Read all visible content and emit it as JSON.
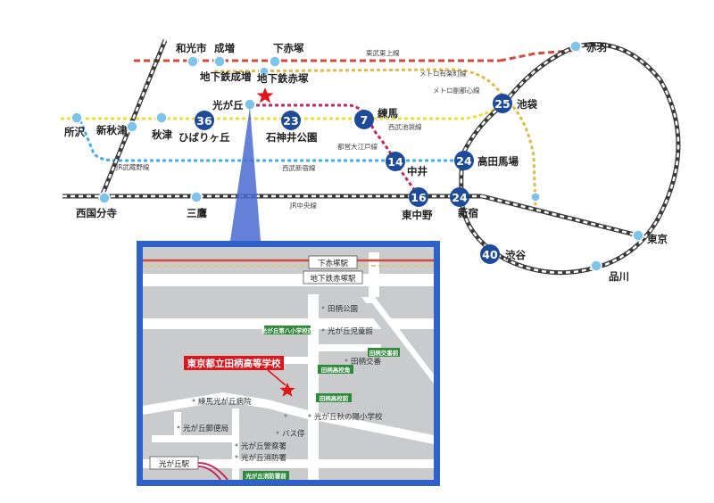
{
  "map": {
    "lines": {
      "tobu_tojo": "東武東上線",
      "yurakucho": "メトロ有楽町線",
      "fukutoshin": "メトロ副都心線",
      "seibu_ikebukuro": "西武池袋線",
      "oedo": "都営大江戸線",
      "seibu_shinjuku": "西武新宿線",
      "musashino": "JR武蔵野線",
      "chuo": "JR中央線"
    },
    "stations": {
      "wakoshi": "和光市",
      "narimasu": "成増",
      "chikatetsu_narimasu": "地下鉄成増",
      "shimoakatsuka": "下赤塚",
      "chikatetsu_akatsuka": "地下鉄赤塚",
      "hikarigaoka": "光が丘",
      "nerima": "練馬",
      "shakujii_koen": "石神井公園",
      "hibarigaoka": "ひばりヶ丘",
      "shinakitsu": "新秋津",
      "tokorozawa": "所沢",
      "akitsu": "秋津",
      "ikebukuro": "池袋",
      "akabane": "赤羽",
      "takadanobaba": "高田馬場",
      "nakai": "中井",
      "higashinakano": "東中野",
      "shinjuku": "新宿",
      "shibuya": "渋谷",
      "tokyo": "東京",
      "shinagawa": "品川",
      "nishikokubunji": "西国分寺",
      "mitaka": "三鷹"
    },
    "times": {
      "hibarigaoka": "36",
      "shakujii_koen": "23",
      "nerima": "7",
      "ikebukuro": "25",
      "nakai": "14",
      "takadanobaba": "24",
      "higashinakano": "16",
      "shinjuku": "24",
      "shibuya": "40"
    },
    "colors": {
      "tobu_tojo": "#d24a3a",
      "yurakucho": "#e2b94a",
      "oedo": "#c22a5c",
      "seibu": "#f2dc38",
      "seibu_shinjuku": "#3faee8",
      "jr": "#3a3a3a",
      "badge": "#1d4a99",
      "station_dot": "#7cc4ea",
      "inset_border": "#2e61c9",
      "inset_bg": "#c9cbcc",
      "school_label": "#e0141b",
      "green_sign": "#2e8a3a"
    }
  },
  "inset": {
    "shimoakatsuka_station": "下赤塚駅",
    "chikatetsu_akatsuka_station": "地下鉄赤塚駅",
    "tagara_park": "田柄公園",
    "hikarigaoka_jidokan": "光が丘児童館",
    "tagara_koban": "田柄交番",
    "school_name": "東京都立田柄高等学校",
    "nerima_hospital": "練馬光が丘病院",
    "post_office": "光が丘郵便局",
    "bus_stop": "バス停",
    "aki_no_hi_school": "光が丘秋の陽小学校",
    "police": "光が丘警察署",
    "fire": "光が丘消防署",
    "hikarigaoka_station": "光が丘駅",
    "sign_8th_school": "光が丘第八小学校西",
    "sign_tagara_koban": "田柄交番前",
    "sign_tagara_hs_corner": "田柄高校角",
    "sign_tagara_hs_front": "田柄高校前",
    "sign_fire_front": "光が丘消防署前"
  }
}
